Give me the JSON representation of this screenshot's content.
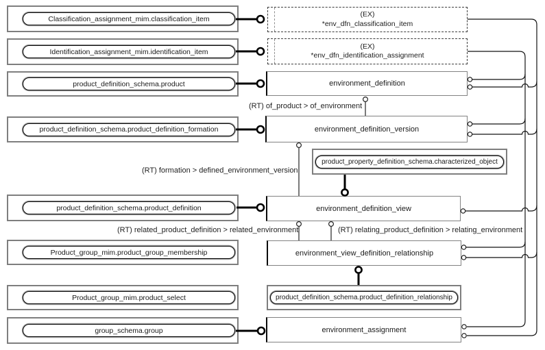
{
  "left_references": [
    {
      "label": "Classification_assignment_mim.classification_item"
    },
    {
      "label": "Identification_assignment_mim.identification_item"
    },
    {
      "label": "product_definition_schema.product"
    },
    {
      "label": "product_definition_schema.product_definition_formation"
    },
    {
      "label": "product_definition_schema.product_definition"
    },
    {
      "label": "Product_group_mim.product_group_membership"
    },
    {
      "label": "Product_group_mim.product_select"
    },
    {
      "label": "group_schema.group"
    }
  ],
  "supplemental_references": [
    {
      "label": "product_property_definition_schema.characterized_object"
    },
    {
      "label": "product_definition_schema.product_definition_relationship"
    }
  ],
  "external_entities": [
    {
      "tag": "(EX)",
      "name": "*env_dfn_classification_item"
    },
    {
      "tag": "(EX)",
      "name": "*env_dfn_identification_assignment"
    }
  ],
  "entities": [
    {
      "name": "environment_definition"
    },
    {
      "name": "environment_definition_version"
    },
    {
      "name": "environment_definition_view"
    },
    {
      "name": "environment_view_definition_relationship"
    },
    {
      "name": "environment_assignment"
    }
  ],
  "relationship_labels": [
    {
      "text": "(RT) of_product > of_environment"
    },
    {
      "text": "(RT) formation > defined_environment_version"
    },
    {
      "text": "(RT) related_product_definition > related_environment"
    },
    {
      "text": "(RT) relating_product_definition > relating_environment"
    }
  ],
  "colors": {
    "line": "#000000",
    "box_border": "#828282",
    "background": "#ffffff"
  }
}
